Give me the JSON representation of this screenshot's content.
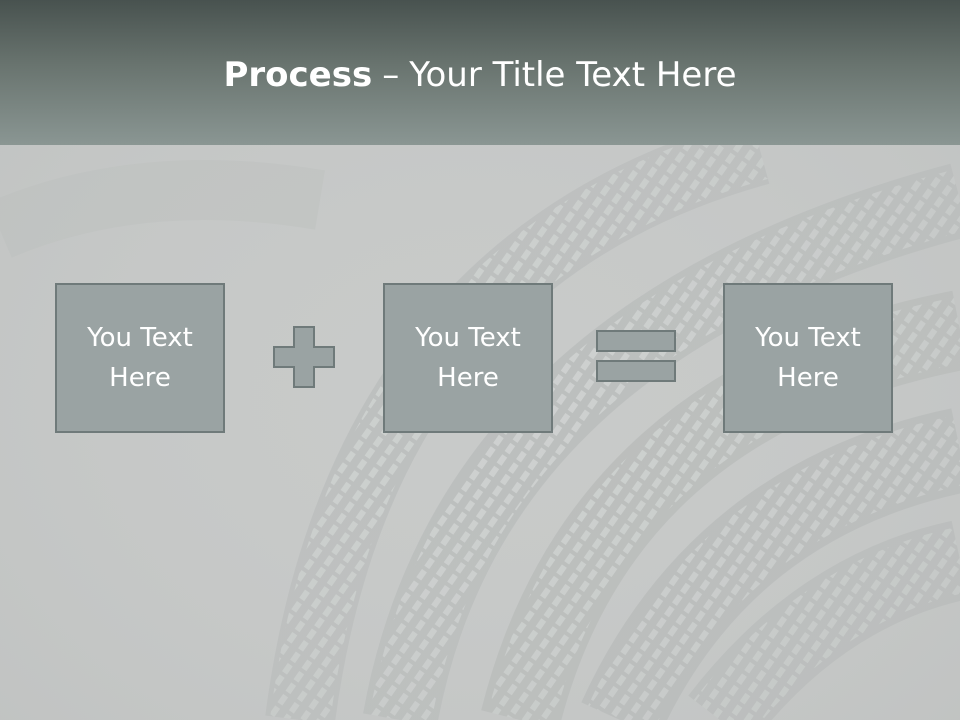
{
  "slide": {
    "title_bold": "Process",
    "title_separator": "–",
    "title_rest": "Your Title Text Here",
    "boxes": [
      {
        "text": "You Text Here"
      },
      {
        "text": "You Text Here"
      },
      {
        "text": "You Text Here"
      }
    ],
    "operators": [
      "plus-icon",
      "equals-icon"
    ],
    "colors": {
      "header_top": "#48524f",
      "header_bottom": "#8a9693",
      "box_fill": "#9aa3a3",
      "box_border": "#6f7a7a",
      "background": "#c9cbca"
    }
  }
}
